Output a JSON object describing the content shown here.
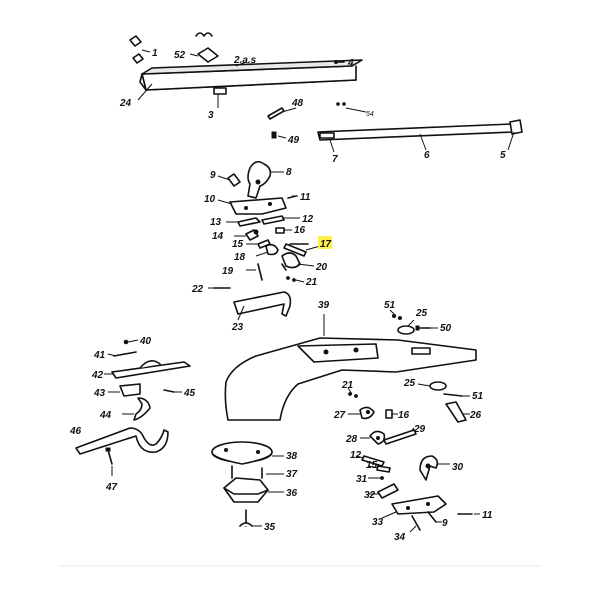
{
  "labels": {
    "p1": "1",
    "p52": "52",
    "p2": "2.a.s",
    "p4": "4",
    "p24": "24",
    "p3": "3",
    "p48": "48",
    "p54": "54",
    "p49": "49",
    "p7": "7",
    "p6": "6",
    "p5": "5",
    "p9": "9",
    "p8": "8",
    "p10": "10",
    "p11": "11",
    "p13": "13",
    "p12": "12",
    "p16": "16",
    "p14": "14",
    "p15": "15",
    "p17": "17",
    "p18": "18",
    "p20": "20",
    "p19": "19",
    "p21": "21",
    "p22": "22",
    "p23": "23",
    "p39": "39",
    "p51": "51",
    "p25": "25",
    "p50": "50",
    "p40": "40",
    "p41": "41",
    "p42": "42",
    "p43": "43",
    "p45": "45",
    "p44": "44",
    "p46": "46",
    "p47": "47",
    "p21b": "21",
    "p25b": "25",
    "p51b": "51",
    "p27": "27",
    "p16b": "16",
    "p26": "26",
    "p28": "28",
    "p29": "29",
    "p12b": "12",
    "p15b": "15",
    "p30": "30",
    "p31": "31",
    "p32": "32",
    "p33": "33",
    "p9b": "9",
    "p11b": "11",
    "p34": "34",
    "p38": "38",
    "p37": "37",
    "p36": "36",
    "p35": "35"
  },
  "highlight": {
    "label": "p17",
    "color": "#fff14a"
  }
}
